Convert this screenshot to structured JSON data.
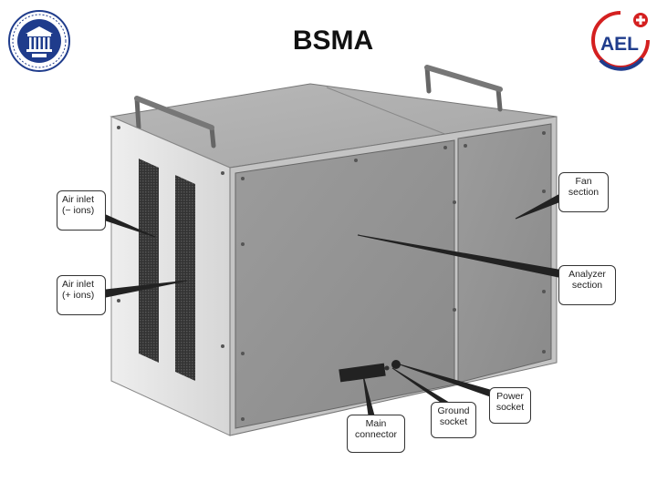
{
  "slide": {
    "title": "BSMA"
  },
  "logos": {
    "left_logo_icon": "university-seal-icon",
    "right_logo_icon": "ael-logo-icon",
    "right_logo_text": "AEL"
  },
  "callouts": {
    "air_inlet_negative": {
      "line1": "Air inlet",
      "line2": "(− ions)"
    },
    "air_inlet_positive": {
      "line1": "Air inlet",
      "line2": "(+ ions)"
    },
    "fan_section": {
      "line1": "Fan",
      "line2": "section"
    },
    "analyzer_section": {
      "line1": "Analyzer",
      "line2": "section"
    },
    "main_connector": {
      "line1": "Main",
      "line2": "connector"
    },
    "ground_socket": {
      "line1": "Ground",
      "line2": "socket"
    },
    "power_socket": {
      "line1": "Power",
      "line2": "socket"
    }
  },
  "colors": {
    "panel_gray": "#9a9a9a",
    "side_panel": "#e4e4e4",
    "logo_blue": "#1f3c8c",
    "logo_red": "#d42020"
  }
}
